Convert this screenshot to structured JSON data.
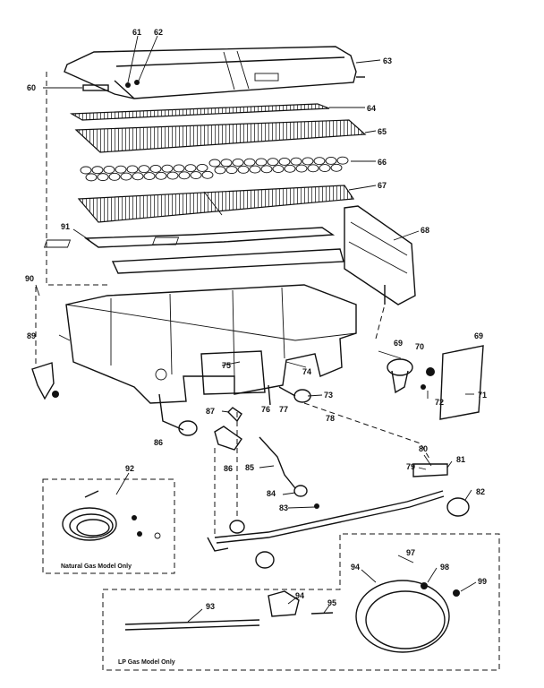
{
  "callouts": [
    {
      "id": "c60",
      "text": "60"
    },
    {
      "id": "c61",
      "text": "61"
    },
    {
      "id": "c62",
      "text": "62"
    },
    {
      "id": "c63",
      "text": "63"
    },
    {
      "id": "c64",
      "text": "64"
    },
    {
      "id": "c65",
      "text": "65"
    },
    {
      "id": "c66",
      "text": "66"
    },
    {
      "id": "c67",
      "text": "67"
    },
    {
      "id": "c68",
      "text": "68"
    },
    {
      "id": "c69a",
      "text": "69"
    },
    {
      "id": "c69b",
      "text": "69"
    },
    {
      "id": "c70",
      "text": "70"
    },
    {
      "id": "c71",
      "text": "71"
    },
    {
      "id": "c72",
      "text": "72"
    },
    {
      "id": "c73",
      "text": "73"
    },
    {
      "id": "c74",
      "text": "74"
    },
    {
      "id": "c75",
      "text": "75"
    },
    {
      "id": "c76",
      "text": "76"
    },
    {
      "id": "c77",
      "text": "77"
    },
    {
      "id": "c78",
      "text": "78"
    },
    {
      "id": "c79",
      "text": "79"
    },
    {
      "id": "c80",
      "text": "80"
    },
    {
      "id": "c81",
      "text": "81"
    },
    {
      "id": "c82",
      "text": "82"
    },
    {
      "id": "c83",
      "text": "83"
    },
    {
      "id": "c84",
      "text": "84"
    },
    {
      "id": "c85",
      "text": "85"
    },
    {
      "id": "c86a",
      "text": "86"
    },
    {
      "id": "c86b",
      "text": "86"
    },
    {
      "id": "c87",
      "text": "87"
    },
    {
      "id": "c89",
      "text": "89"
    },
    {
      "id": "c90",
      "text": "90"
    },
    {
      "id": "c91",
      "text": "91"
    },
    {
      "id": "c92",
      "text": "92"
    },
    {
      "id": "c93",
      "text": "93"
    },
    {
      "id": "c94a",
      "text": "94"
    },
    {
      "id": "c94b",
      "text": "94"
    },
    {
      "id": "c95",
      "text": "95"
    },
    {
      "id": "c97",
      "text": "97"
    },
    {
      "id": "c98",
      "text": "98"
    },
    {
      "id": "c99",
      "text": "99"
    }
  ],
  "captions": {
    "natural_gas": "Natural Gas Model Only",
    "lp_gas": "LP Gas Model Only"
  }
}
